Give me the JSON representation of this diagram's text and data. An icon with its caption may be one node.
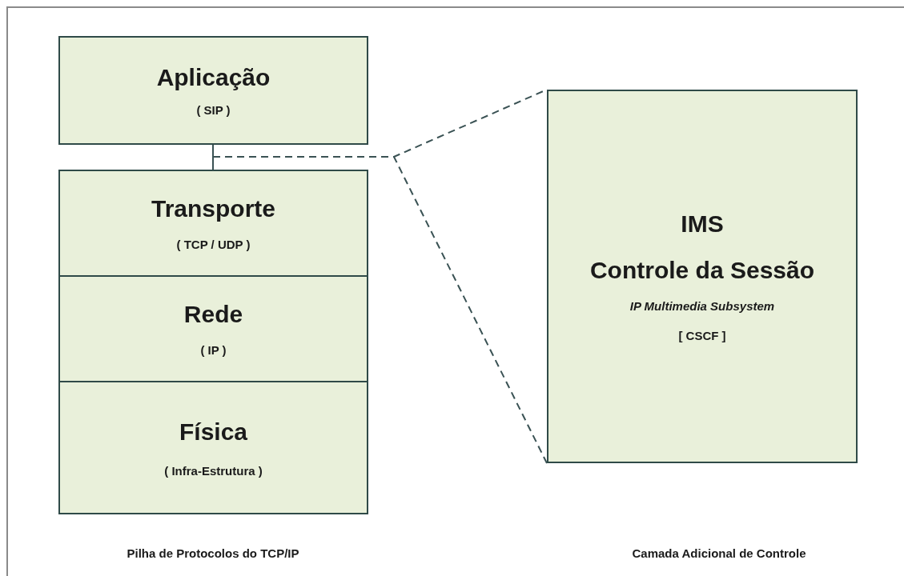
{
  "diagram": {
    "nodes": [
      {
        "text": [
          "Aplicação",
          "( SIP )"
        ]
      },
      {
        "text": [
          "Transporte",
          "( TCP / UDP )"
        ]
      },
      {
        "text": [
          "Rede",
          "( IP )"
        ]
      },
      {
        "text": [
          "Física",
          "( Infra-Estrutura )"
        ]
      },
      {
        "text": [
          "IMS",
          "Controle da Sessão",
          "IP Multimedia Subsystem",
          "[ CSCF ]"
        ]
      }
    ],
    "edges": [
      {
        "from": 0,
        "to": 1,
        "arrow": "none"
      },
      {
        "from": null,
        "to": 4,
        "arrow": "none",
        "style": "dashed"
      },
      {
        "from": null,
        "to": 4,
        "arrow": "none",
        "style": "dashed"
      }
    ],
    "labels": [
      "Pilha de Protocolos do TCP/IP",
      "Camada Adicional de Controle"
    ]
  }
}
